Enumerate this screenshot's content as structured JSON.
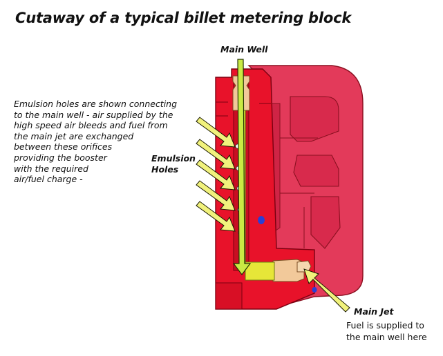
{
  "title": "Cutaway of a typical billet metering block",
  "description": {
    "lines": [
      "Emulsion holes are shown connecting",
      "to the main well - air supplied by the",
      "high speed air bleeds and fuel from",
      "the main jet are exchanged",
      "between these orifices",
      "providing the booster",
      "with the required",
      "air/fuel charge -"
    ]
  },
  "labels": {
    "main_well": "Main Well",
    "emulsion_holes": "Emulsion Holes",
    "main_jet": "Main Jet",
    "main_jet_desc_lines": [
      "Fuel is supplied to",
      "the main well here"
    ]
  },
  "colors": {
    "block_red": "#e8122a",
    "block_pink": "#e33a5a",
    "arrow_fill": "#f1f27c",
    "main_well_tube": "#d9e832",
    "brass": "#f2c99a",
    "hole_blue": "#2a3fd6"
  }
}
